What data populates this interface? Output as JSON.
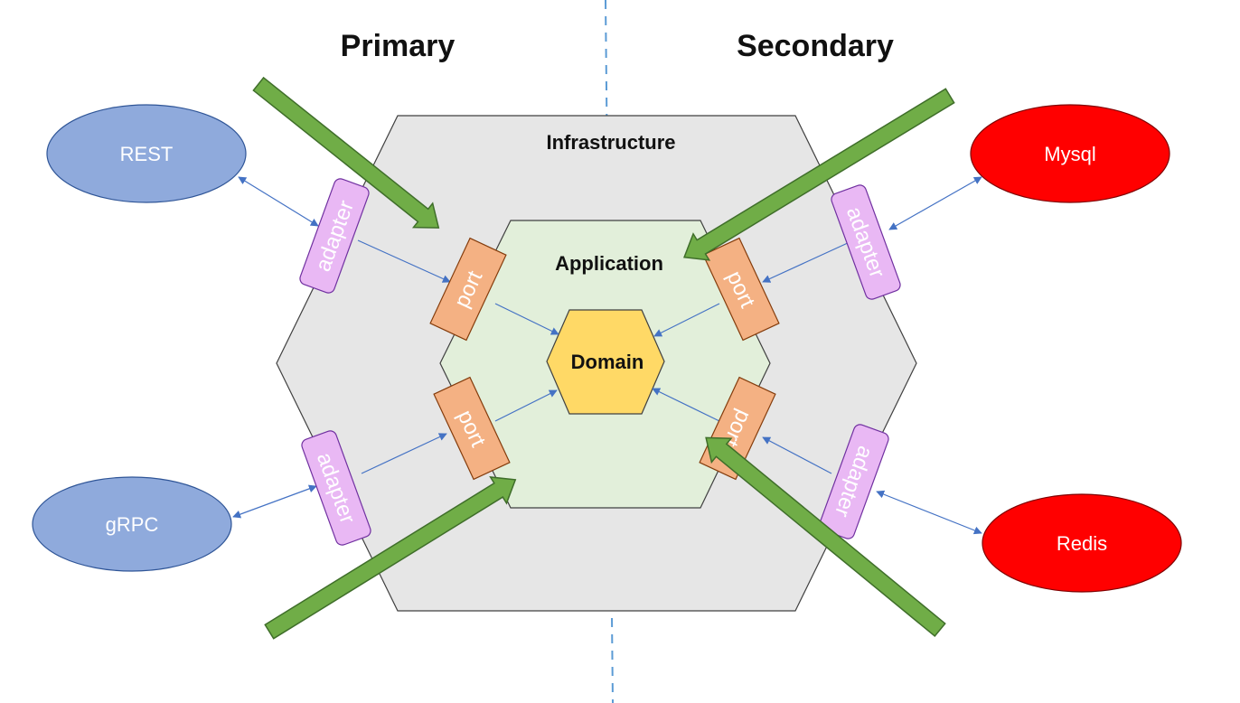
{
  "headings": {
    "primary": "Primary",
    "secondary": "Secondary"
  },
  "layers": {
    "infrastructure": "Infrastructure",
    "application": "Application",
    "domain": "Domain"
  },
  "primary_actors": {
    "rest": "REST",
    "grpc": "gRPC"
  },
  "secondary_actors": {
    "mysql": "Mysql",
    "redis": "Redis"
  },
  "components": {
    "adapter": "adapter",
    "port": "port"
  },
  "colors": {
    "infrastructure_fill": "#e6e6e6",
    "application_fill": "#e2efda",
    "domain_fill": "#ffd966",
    "primary_actor_fill": "#8faadc",
    "secondary_actor_fill": "#ff0000",
    "adapter_fill": "#e9b8f4",
    "port_fill": "#f4b183",
    "arrow_fill": "#70ad47",
    "connector": "#4472c4",
    "divider": "#5b9bd5"
  }
}
